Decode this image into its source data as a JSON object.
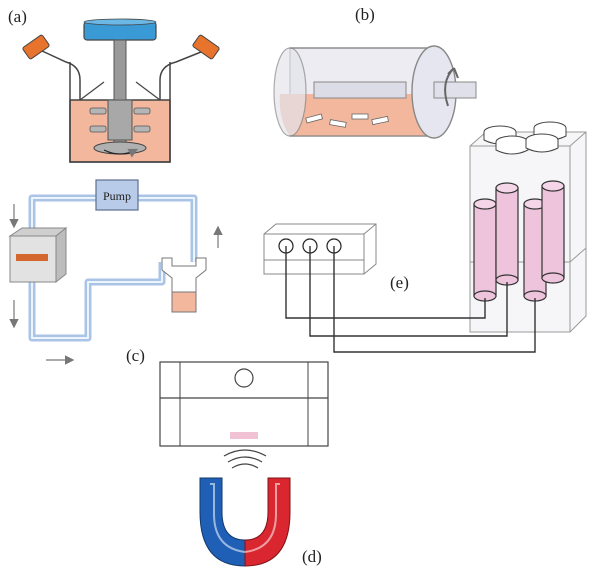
{
  "panels": {
    "a": {
      "label": "(a)"
    },
    "b": {
      "label": "(b)"
    },
    "c": {
      "label": "(c)",
      "pump_label": "Pump"
    },
    "d": {
      "label": "(d)"
    },
    "e": {
      "label": "(e)"
    }
  },
  "colors": {
    "liquid": "#f2b79c",
    "accent_orange": "#e8732c",
    "lid_blue": "#3a9ad6",
    "pipe_blue": "#a9c4e6",
    "tube_pink": "#eec3dc",
    "magnet_red": "#d9262f",
    "magnet_blue": "#1f5fb5",
    "line": "#333333"
  }
}
